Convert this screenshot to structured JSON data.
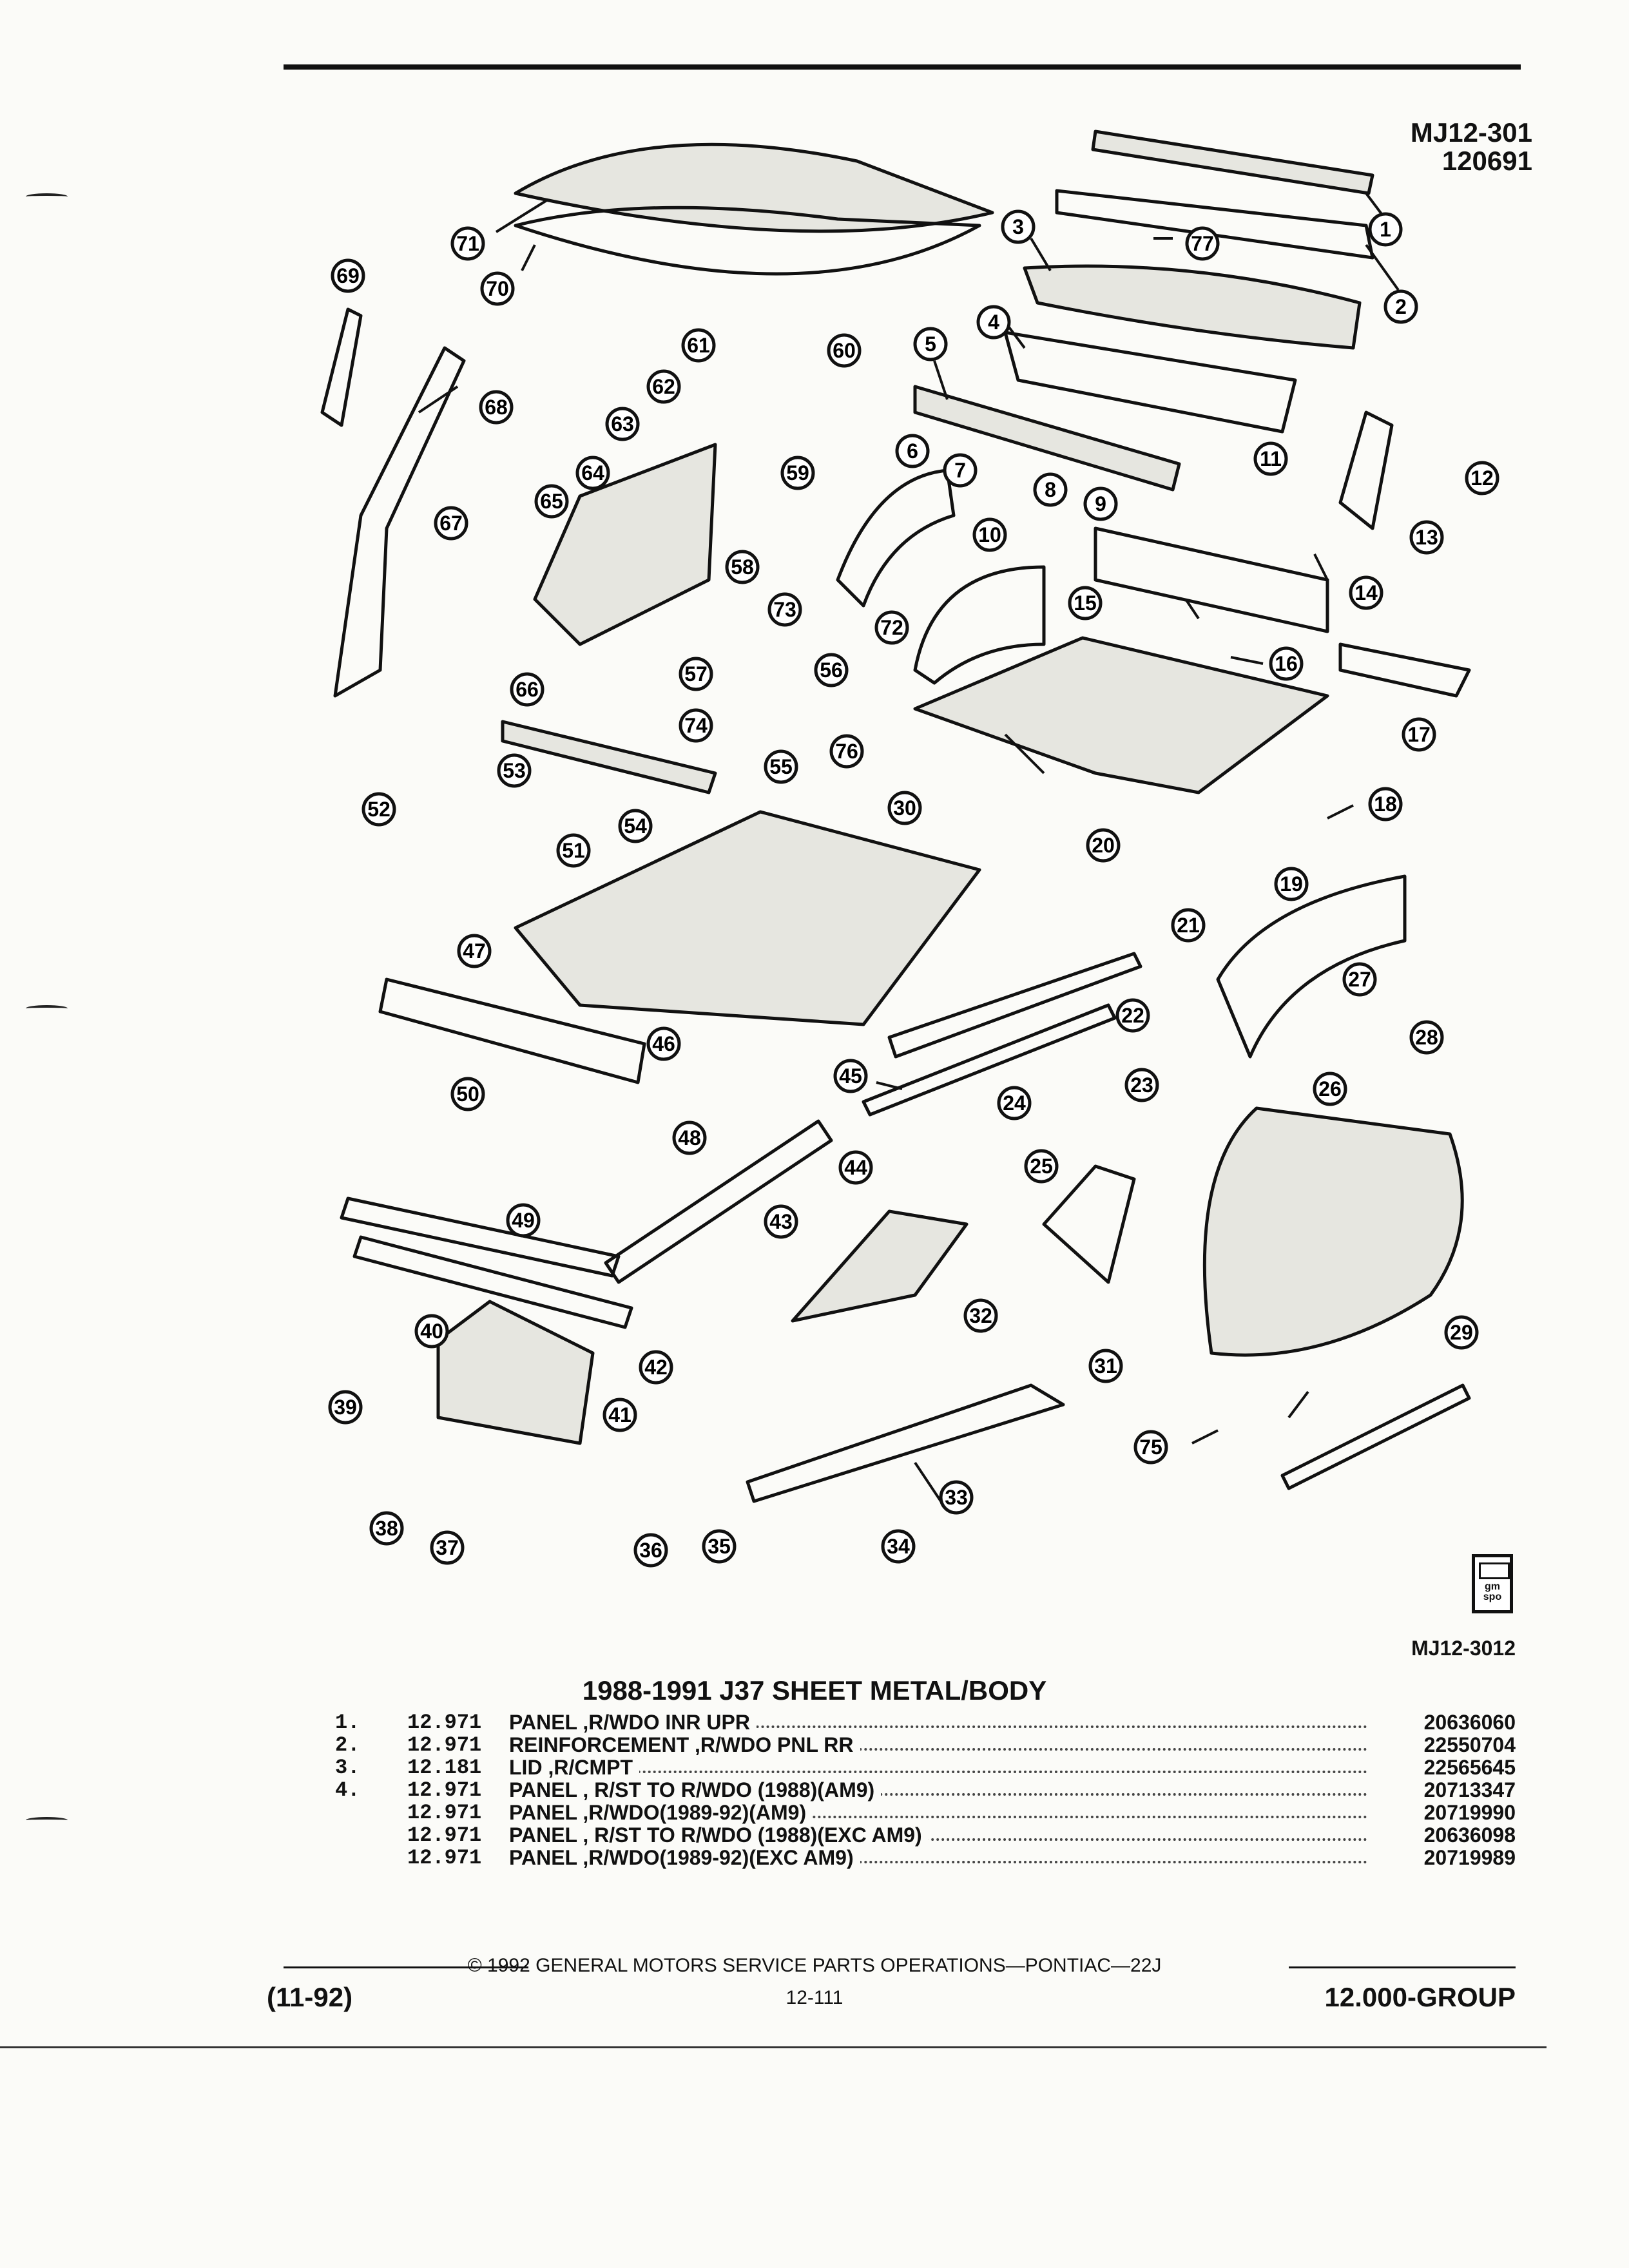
{
  "header": {
    "code_line1": "MJ12-301",
    "code_line2": "120691"
  },
  "diagram": {
    "drawing_id": "MJ12-3012",
    "logo_text_top": "gm",
    "logo_text_bottom": "spo",
    "callouts": [
      "1",
      "2",
      "3",
      "4",
      "5",
      "6",
      "7",
      "8",
      "9",
      "10",
      "11",
      "12",
      "13",
      "14",
      "15",
      "16",
      "17",
      "18",
      "19",
      "20",
      "21",
      "22",
      "23",
      "24",
      "25",
      "26",
      "27",
      "28",
      "29",
      "30",
      "31",
      "32",
      "33",
      "34",
      "35",
      "36",
      "37",
      "38",
      "39",
      "40",
      "41",
      "42",
      "43",
      "44",
      "45",
      "46",
      "47",
      "48",
      "49",
      "50",
      "51",
      "52",
      "53",
      "54",
      "55",
      "56",
      "57",
      "58",
      "59",
      "60",
      "61",
      "62",
      "63",
      "64",
      "65",
      "66",
      "67",
      "68",
      "69",
      "70",
      "71",
      "72",
      "73",
      "74",
      "75",
      "76",
      "77"
    ]
  },
  "parts_list": {
    "title": "1988-1991 J37 SHEET METAL/BODY",
    "rows": [
      {
        "num": "1.",
        "code": "12.971",
        "desc": "PANEL ,R/WDO INR UPR",
        "part_no": "20636060"
      },
      {
        "num": "2.",
        "code": "12.971",
        "desc": "REINFORCEMENT ,R/WDO PNL RR",
        "part_no": "22550704"
      },
      {
        "num": "3.",
        "code": "12.181",
        "desc": "LID ,R/CMPT",
        "part_no": "22565645"
      },
      {
        "num": "4.",
        "code": "12.971",
        "desc": "PANEL , R/ST TO R/WDO (1988)(AM9)",
        "part_no": "20713347"
      },
      {
        "num": "",
        "code": "12.971",
        "desc": "PANEL ,R/WDO(1989-92)(AM9)",
        "part_no": "20719990"
      },
      {
        "num": "",
        "code": "12.971",
        "desc": "PANEL , R/ST TO R/WDO (1988)(EXC AM9)",
        "part_no": "20636098"
      },
      {
        "num": "",
        "code": "12.971",
        "desc": "PANEL ,R/WDO(1989-92)(EXC AM9)",
        "part_no": "20719989"
      }
    ]
  },
  "footer": {
    "copyright": "© 1992 GENERAL MOTORS SERVICE PARTS OPERATIONS—PONTIAC—22J",
    "date": "(11-92)",
    "page": "12-111",
    "group": "12.000-GROUP"
  }
}
